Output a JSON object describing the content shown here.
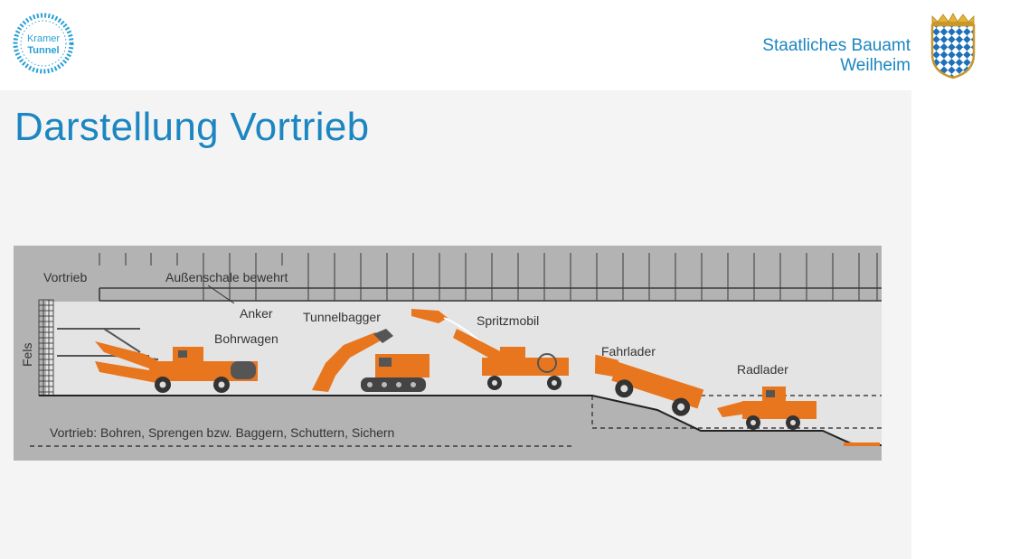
{
  "header": {
    "kramer_logo": {
      "line1": "Kramer",
      "line2": "Tunnel"
    },
    "org_name_line1": "Staatliches Bauamt",
    "org_name_line2": "Weilheim",
    "crest_icon": "bavarian-coat-of-arms-icon"
  },
  "title": "Darstellung Vortrieb",
  "diagram": {
    "labels": {
      "vortrieb": "Vortrieb",
      "aussenschale": "Außenschale bewehrt",
      "anker": "Anker",
      "bohrwagen": "Bohrwagen",
      "fels": "Fels",
      "tunnelbagger": "Tunnelbagger",
      "spritzmobil": "Spritzmobil",
      "fahrlader": "Fahrlader",
      "radlader": "Radlader",
      "caption": "Vortrieb: Bohren, Sprengen bzw. Baggern, Schuttern, Sichern"
    },
    "colors": {
      "rock": "#b3b3b3",
      "tunnel_air": "#e4e4e4",
      "machine": "#e8761e",
      "accent": "#1b86c1"
    }
  }
}
